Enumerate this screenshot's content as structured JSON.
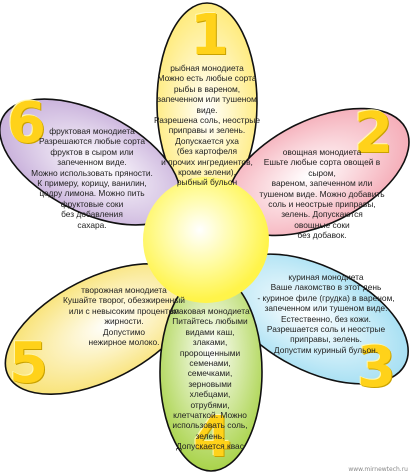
{
  "petals": [
    {
      "number": "1",
      "fill": "#FFE970",
      "text": "рыбная монодиета\nМожно есть любые сорта\nрыбы в вареном,\nзапеченном или тушеном виде.\nРазрешена соль, неострые\nприправы и зелень.\nДопускается уха\n(без картофеля\nи прочих ингредиентов,\nкроме зелени),\nрыбный бульон"
    },
    {
      "number": "2",
      "fill": "#F4A6B2",
      "text": "овощная монодиета\nЕшьте любые сорта овощей в сыром,\nвареном, запеченном или\nтушеном виде. Можно добавить\nсоль и неострые приправы,\nзелень. Допускаются\nовощные соки\nбез добавок."
    },
    {
      "number": "3",
      "fill": "#9FDDF2",
      "text": "куриная монодиета\nВаше лакомство в этот день\n- куриное филе (грудка) в вареном,\nзапеченном или тушеном виде.\nЕстественно, без кожи.\nРазрешается соль и неострые\nприправы, зелень.\nДопустим куриный бульон."
    },
    {
      "number": "4",
      "fill": "#A9D34A",
      "text": "злаковая монодиета\nПитайтесь любыми\nвидами каш, злаками,\nпророщенными семенами,\nсемечками, зерновыми\nхлебцами, отрубями,\nклетчаткой. Можно\nиспользовать соль,\nзелень.\nДопускается квас"
    },
    {
      "number": "5",
      "fill": "#F8E06A",
      "text": "творожная монодиета\nКушайте творог, обезжиренный\nили с невысоким процентом\nжирности.\nДопустимо\nнежирное молоко."
    },
    {
      "number": "6",
      "fill": "#C4AAD8",
      "text": "фруктовая монодиета\nРазрешаются любые сорта\nфруктов в сыром или\nзапеченном виде.\nМожно использовать пряности.\nК примеру, корицу, ванилин,\nцедру лимона. Можно пить\nфруктовые соки\nбез добавления\nсахара."
    }
  ],
  "center": {
    "color": "#FFF44A"
  },
  "watermark": "www.mirnewtech.ru"
}
